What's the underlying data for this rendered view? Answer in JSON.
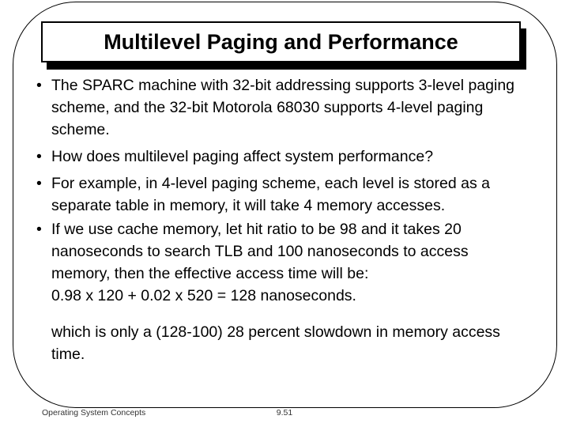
{
  "slide": {
    "title": "Multilevel Paging and Performance",
    "bullet_char": "•",
    "bullets": [
      "The SPARC machine with 32-bit addressing supports 3-level paging scheme, and the 32-bit Motorola 68030 supports 4-level paging scheme.",
      "How does multilevel paging affect system performance?",
      "For example, in 4-level paging scheme, each level is stored as a separate table in memory, it will take 4 memory accesses.",
      "If we use cache memory, let hit ratio to be 98 and it takes 20 nanoseconds to search TLB and 100 nanoseconds to access memory, then the effective access time will be:"
    ],
    "formula_line": "0.98 x 120 + 0.02 x 520 = 128 nanoseconds.",
    "conclusion_line": "which is only a (128-100) 28 percent slowdown in memory access time."
  },
  "footer": {
    "left_text": "Operating System Concepts",
    "page_number": "9.51"
  },
  "colors": {
    "background": "#ffffff",
    "ink": "#000000",
    "footer_text": "#333333"
  }
}
